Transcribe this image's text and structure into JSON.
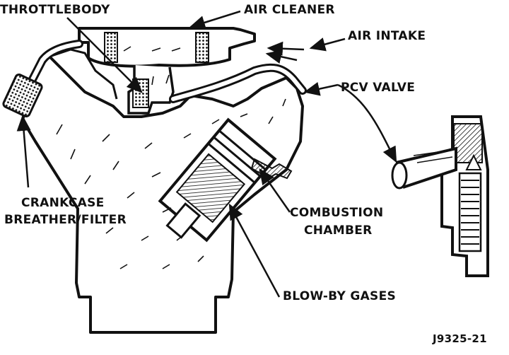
{
  "labels": {
    "throttlebody": "THROTTLEBODY",
    "air_cleaner": "AIR CLEANER",
    "air_intake": "AIR INTAKE",
    "pcv_valve": "PCV VALVE",
    "crankcase_line1": "CRANKCASE",
    "crankcase_line2": "BREATHER/FILTER",
    "combustion_line1": "COMBUSTION",
    "combustion_line2": "CHAMBER",
    "blow_by": "BLOW-BY GASES",
    "figure_id": "J9325-21"
  },
  "colors": {
    "ink": "#111111",
    "paper": "#ffffff"
  }
}
